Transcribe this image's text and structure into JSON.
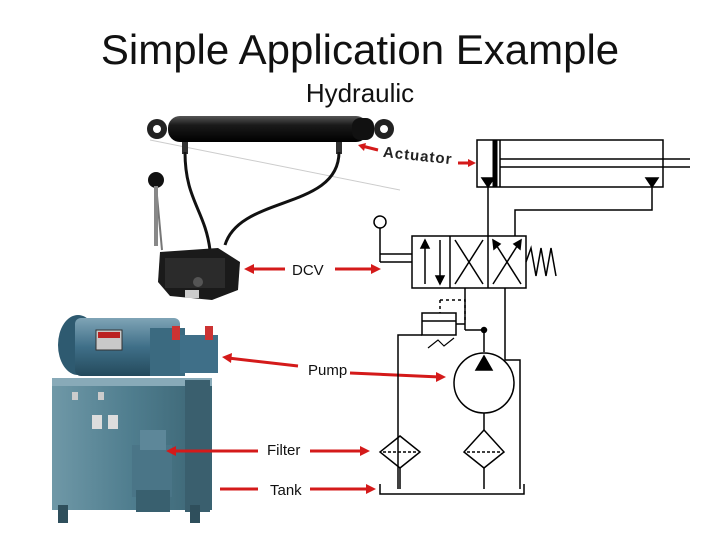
{
  "slide": {
    "title": "Simple Application Example",
    "subtitle": "Hydraulic"
  },
  "labels": {
    "actuator": "Actuator",
    "dcv": "DCV",
    "pump": "Pump",
    "filter": "Filter",
    "tank": "Tank"
  },
  "colors": {
    "arrow": "#d41a1a",
    "unit_body": "#4f7d8e",
    "motor": "#3f6f88",
    "cylinder": "#111111",
    "schematic_line": "#000000"
  }
}
